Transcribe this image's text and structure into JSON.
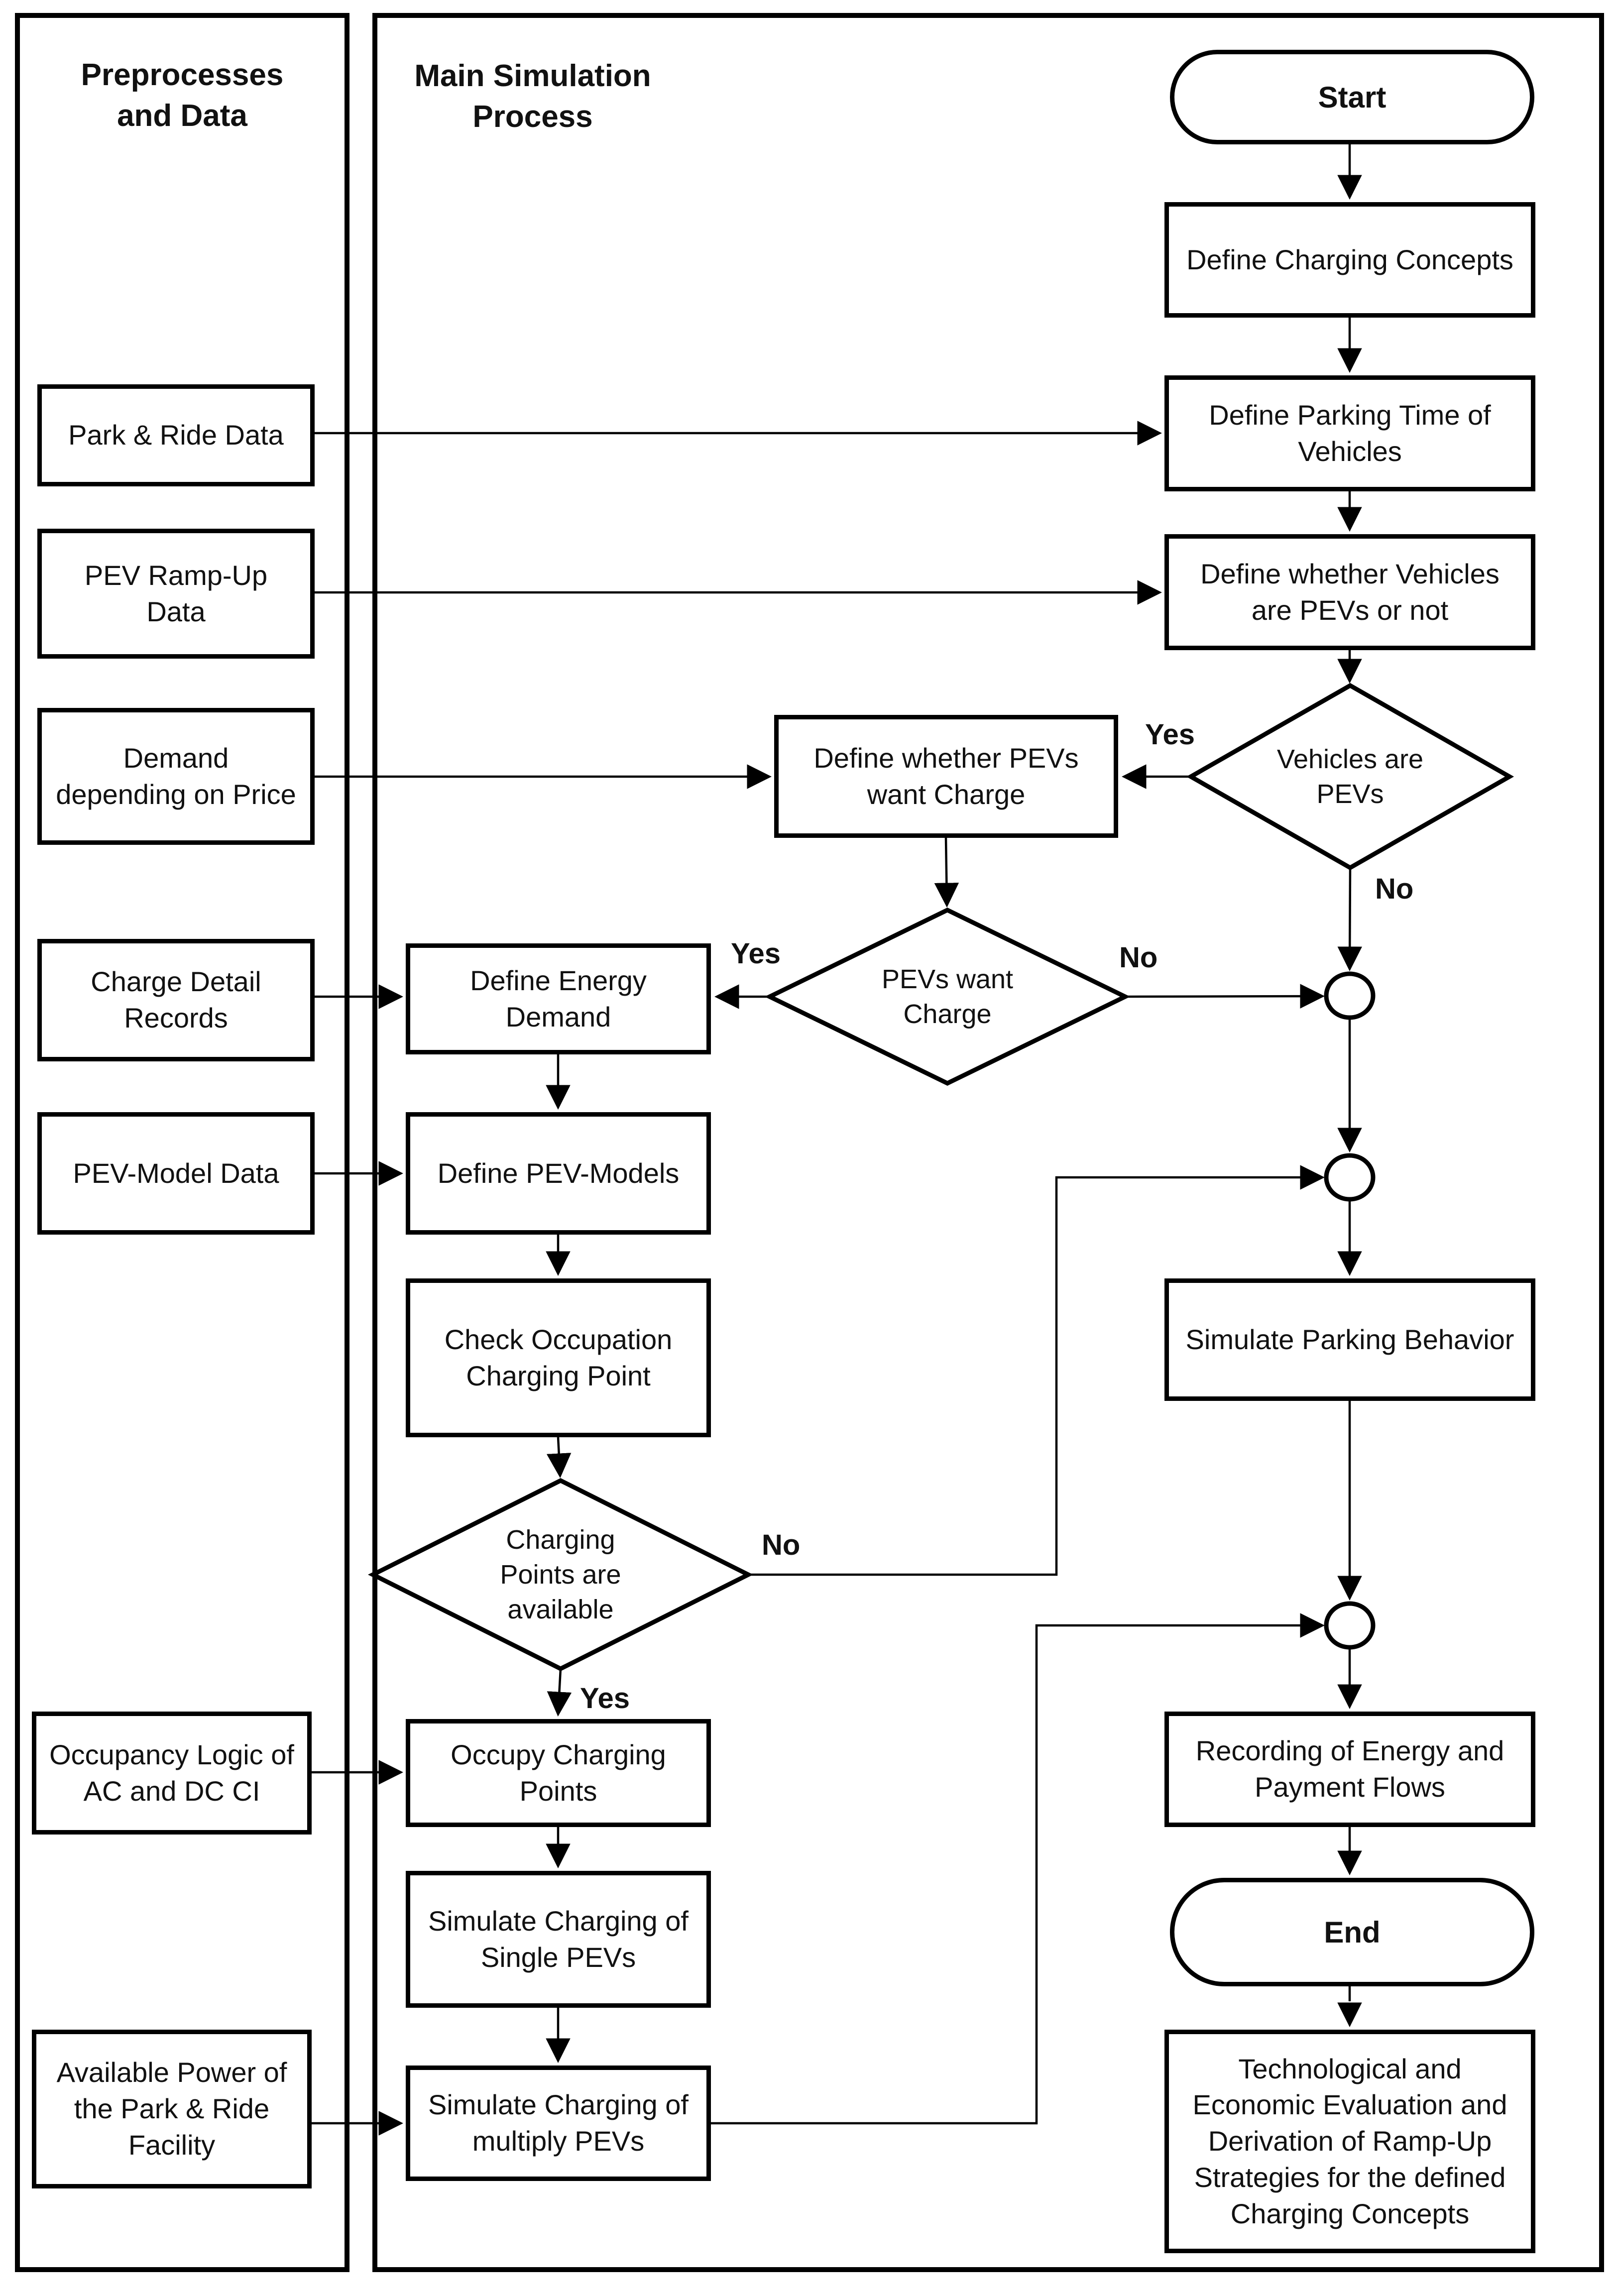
{
  "diagram": {
    "left_panel_title": "Preprocesses\nand Data",
    "main_panel_title": "Main Simulation\nProcess"
  },
  "left_boxes": [
    {
      "label": "Park & Ride Data"
    },
    {
      "label": "PEV Ramp-Up Data"
    },
    {
      "label": "Demand depending on Price"
    },
    {
      "label": "Charge Detail Records"
    },
    {
      "label": "PEV-Model Data"
    },
    {
      "label": "Occupancy Logic of AC and DC CI"
    },
    {
      "label": "Available Power of the Park & Ride Facility"
    }
  ],
  "nodes": {
    "start": "Start",
    "define_charging_concepts": "Define Charging Concepts",
    "define_parking_time": "Define Parking Time of Vehicles",
    "define_whether_vehicles": "Define whether Vehicles are PEVs or not",
    "vehicles_are_pevs": "Vehicles are PEVs",
    "define_whether_pevs_want": "Define whether PEVs want Charge",
    "pevs_want_charge": "PEVs want Charge",
    "define_energy_demand": "Define Energy Demand",
    "define_pev_models": "Define PEV-Models",
    "check_occupation": "Check Occupation Charging Point",
    "charging_points_available": "Charging Points are available",
    "occupy_charging_points": "Occupy Charging Points",
    "simulate_single": "Simulate Charging of Single PEVs",
    "simulate_multiply": "Simulate Charging of multiply PEVs",
    "simulate_parking": "Simulate Parking Behavior",
    "recording": "Recording of Energy and Payment Flows",
    "end": "End",
    "evaluation": "Technological and Economic Evaluation and Derivation of Ramp-Up Strategies for the defined Charging Concepts"
  },
  "branch_labels": {
    "d1_yes": "Yes",
    "d1_no": "No",
    "d2_yes": "Yes",
    "d2_no": "No",
    "d3_yes": "Yes",
    "d3_no": "No"
  },
  "colors": {
    "line": "#000000",
    "background": "#ffffff",
    "text": "#111111"
  }
}
